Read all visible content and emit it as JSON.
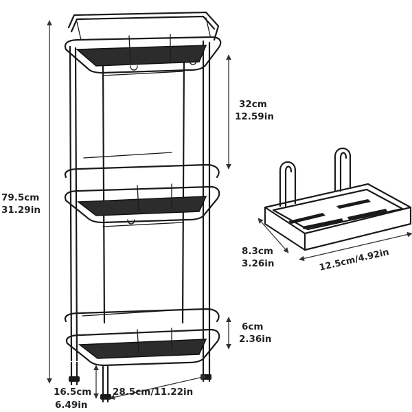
{
  "dimensions": {
    "total_height": {
      "metric": "79.5cm",
      "imperial": "31.29in"
    },
    "shelf_spacing": {
      "metric": "32cm",
      "imperial": "12.59in"
    },
    "basket_height": {
      "metric": "6cm",
      "imperial": "2.36in"
    },
    "bottom_clearance": {
      "metric": "16.5cm",
      "imperial": "6.49in"
    },
    "width": {
      "label": "28.5cm/11.22in"
    },
    "hook_tray_depth": {
      "metric": "8.3cm",
      "imperial": "3.26in"
    },
    "hook_tray_width": {
      "label": "12.5cm/4.92in"
    }
  },
  "colors": {
    "ink": "#1a1a1a",
    "mesh": "#2c2c2c",
    "background": "#ffffff"
  }
}
